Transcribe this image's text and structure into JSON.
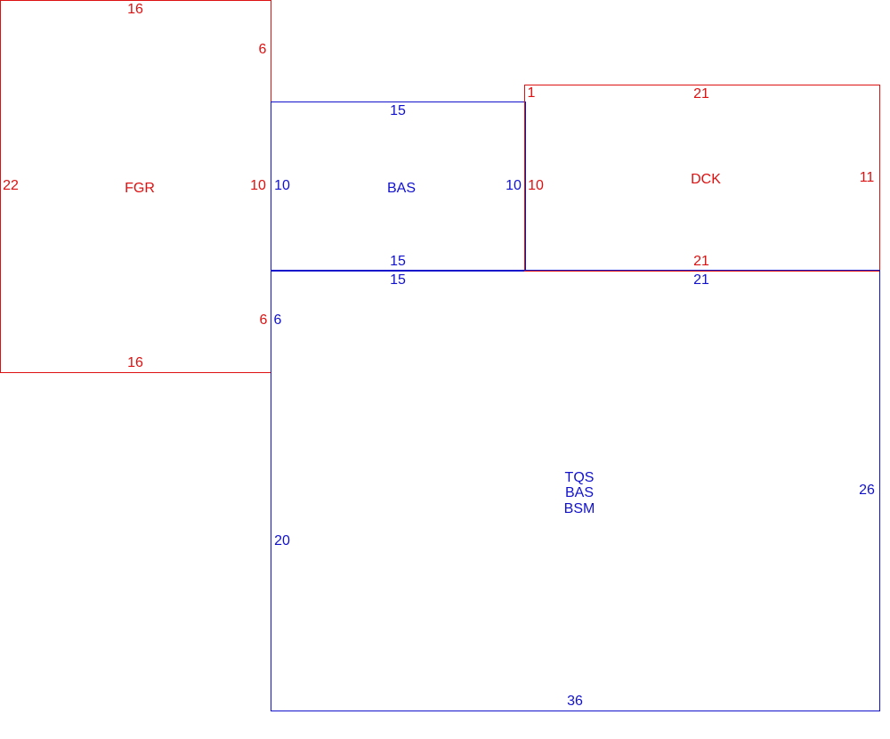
{
  "colors": {
    "red": "#dd1111",
    "blue": "#1111cc"
  },
  "rooms": {
    "fgr": {
      "name": "FGR",
      "top": "16",
      "right_upper": "6",
      "right_mid": "10",
      "right_lower": "6",
      "left": "22",
      "bottom": "16"
    },
    "bas": {
      "name": "BAS",
      "top": "15",
      "left": "10",
      "right": "10",
      "bottom": "15"
    },
    "dck": {
      "name": "DCK",
      "corner": "1",
      "top": "21",
      "left": "10",
      "right": "11",
      "bottom": "21"
    },
    "main": {
      "names": [
        "TQS",
        "BAS",
        "BSM"
      ],
      "top_left": "15",
      "top_right": "21",
      "left_upper": "6",
      "left_lower": "20",
      "right": "26",
      "bottom": "36"
    }
  }
}
